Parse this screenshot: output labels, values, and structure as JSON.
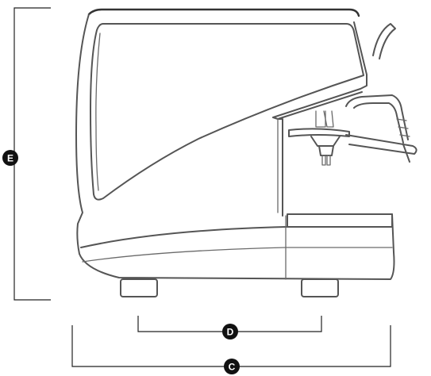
{
  "dimensions": {
    "height": {
      "label": "E"
    },
    "feet_spacing": {
      "label": "D"
    },
    "overall_width": {
      "label": "C"
    }
  }
}
